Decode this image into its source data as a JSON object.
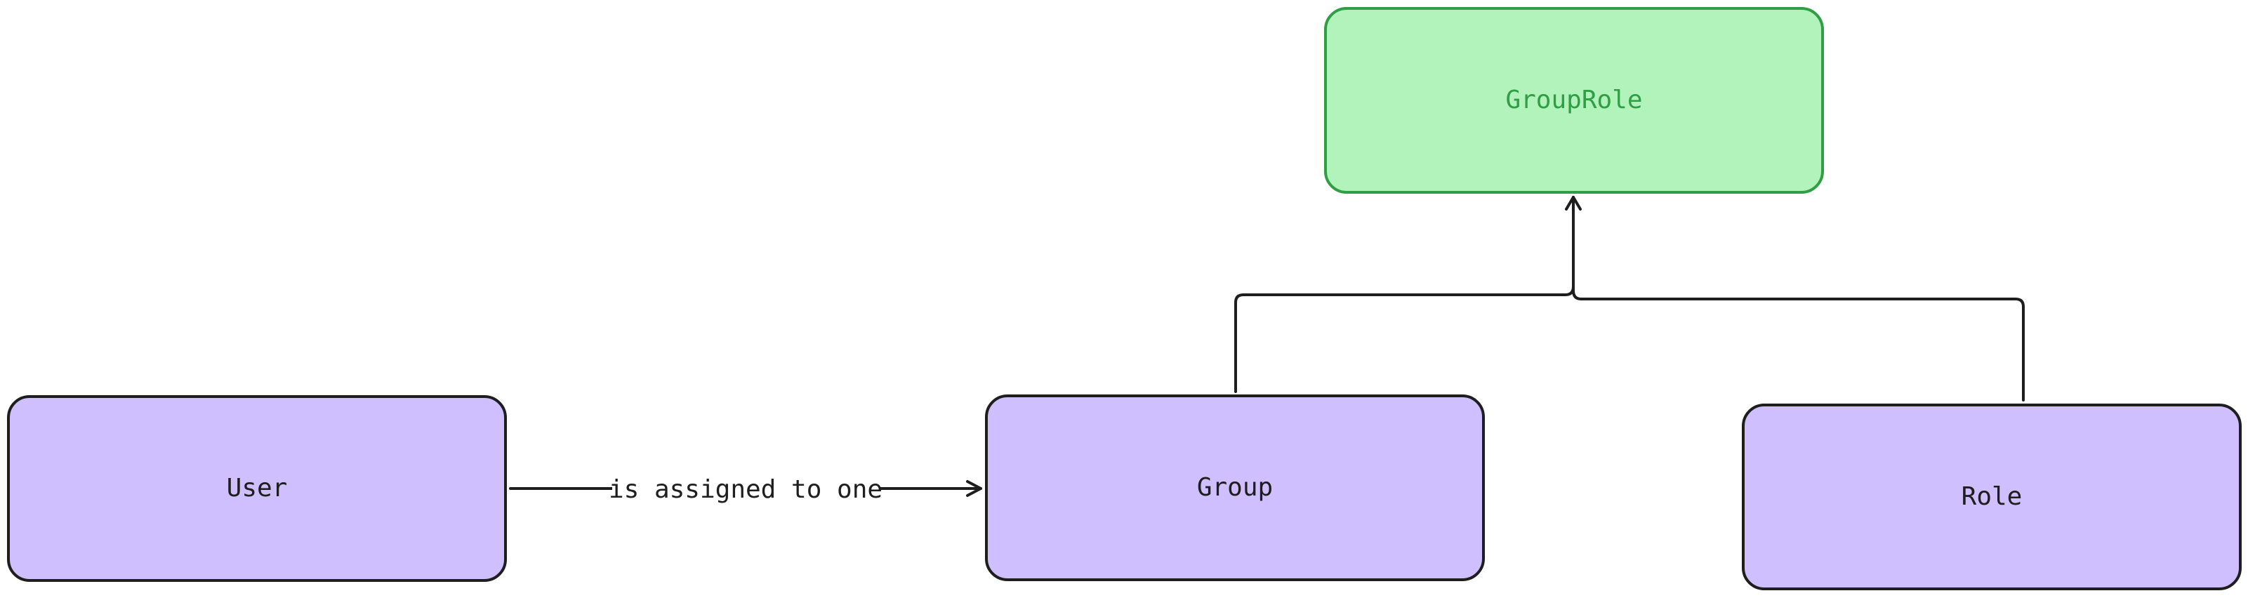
{
  "diagram": {
    "nodes": {
      "group_role": {
        "label": "GroupRole",
        "fill": "#b2f2bb",
        "stroke": "#2f9e44"
      },
      "user": {
        "label": "User",
        "fill": "#d0bfff",
        "stroke": "#1e1e1e"
      },
      "group": {
        "label": "Group",
        "fill": "#d0bfff",
        "stroke": "#1e1e1e"
      },
      "role": {
        "label": "Role",
        "fill": "#d0bfff",
        "stroke": "#1e1e1e"
      }
    },
    "edges": {
      "user_to_group": {
        "label": "is assigned to one"
      },
      "group_to_group_role": {
        "label": ""
      },
      "role_to_group_role": {
        "label": ""
      }
    }
  }
}
